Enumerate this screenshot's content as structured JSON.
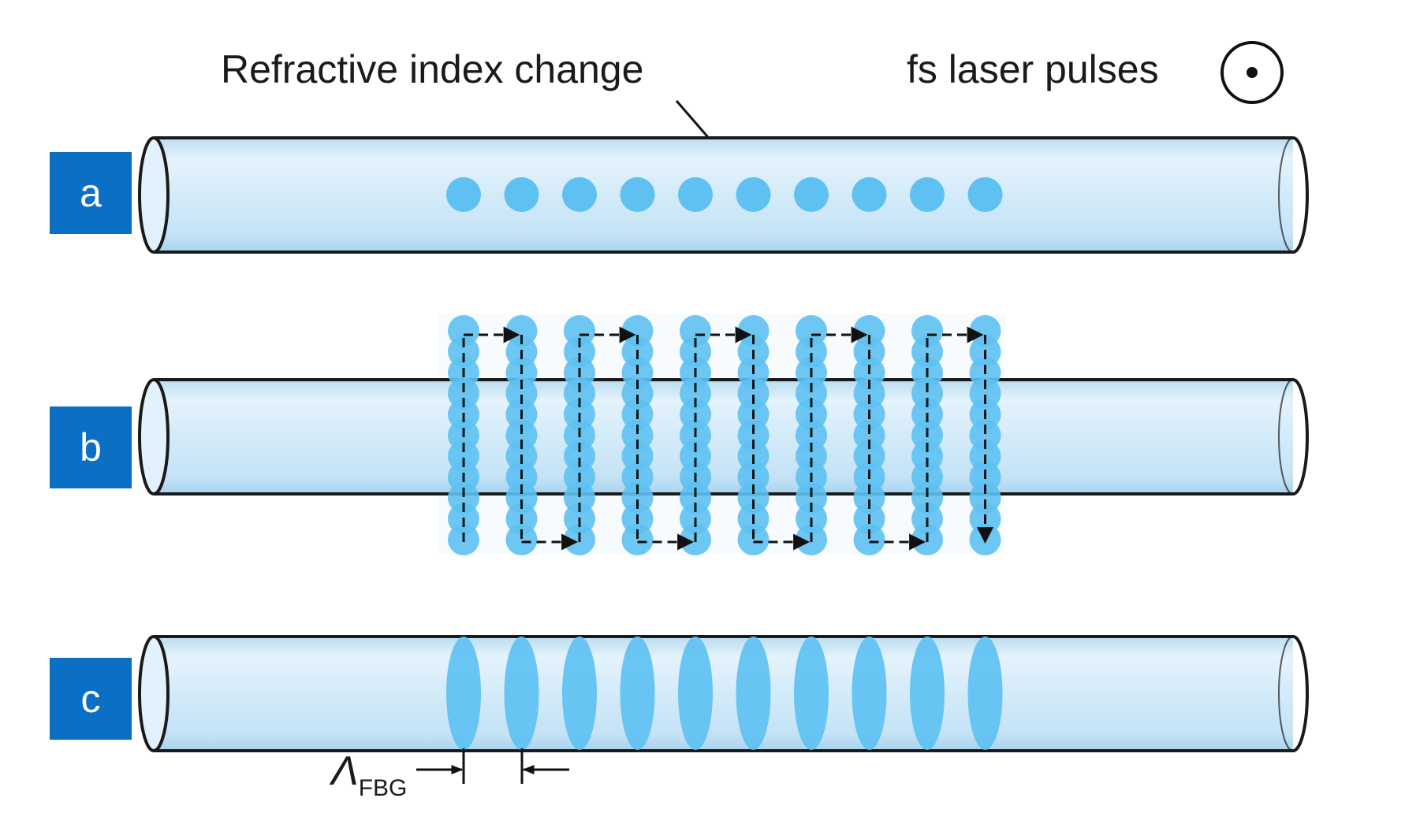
{
  "annotations": {
    "refractive_index_change": "Refractive index change",
    "fs_laser_pulses": "fs laser pulses",
    "period_symbol": "Λ",
    "period_subscript": "FBG"
  },
  "panels": [
    {
      "label": "a",
      "pattern": "point-by-point"
    },
    {
      "label": "b",
      "pattern": "line-by-line"
    },
    {
      "label": "c",
      "pattern": "plane-by-plane"
    }
  ],
  "colors": {
    "fiber_fill": "#d6ecf8",
    "fiber_outline": "#1a1a1a",
    "modification": "#5ec1f2",
    "panel_label_bg": "#0b6fc3",
    "arrow": "#111111"
  },
  "grating_period_count": 10
}
